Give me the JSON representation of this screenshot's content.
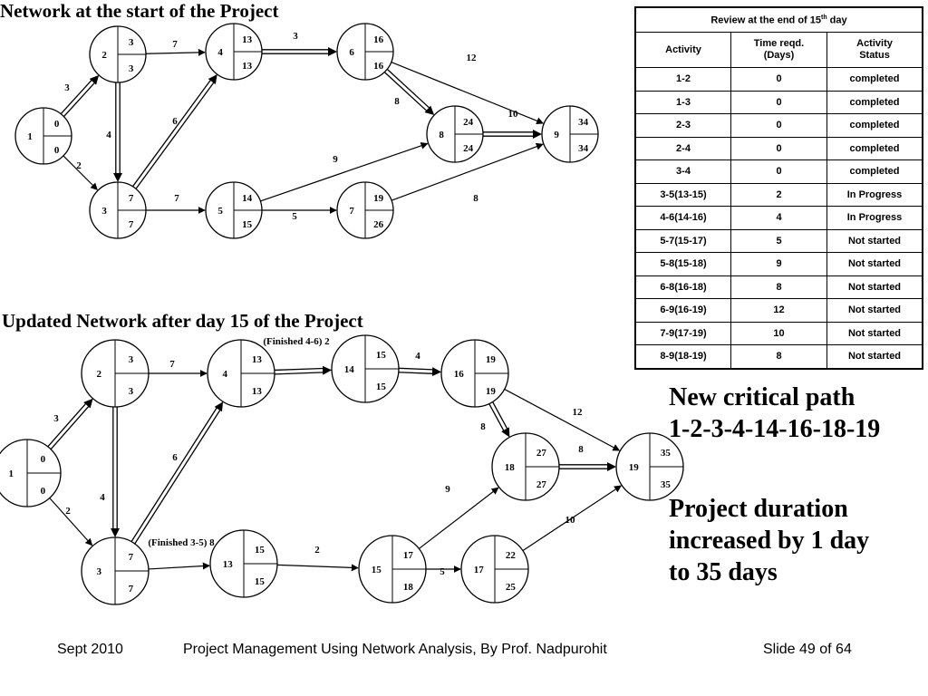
{
  "slide": {
    "title_top": "Network at the start of the Project",
    "title_bottom": "Updated Network after day 15 of the Project",
    "critical_path": {
      "line1": "New critical path",
      "line2": "1-2-3-4-14-16-18-19"
    },
    "duration": {
      "line1": "Project duration",
      "line2": "increased by 1 day",
      "line3": "to 35 days"
    },
    "footer": {
      "date": "Sept 2010",
      "course": "Project Management Using Network Analysis, By Prof. Nadpurohit",
      "slide": "Slide 49 of 64"
    }
  },
  "review_table": {
    "caption": "Review at the end of 15",
    "caption_sup": "th",
    "caption_end": " day",
    "headers": {
      "activity": "Activity",
      "time_line1": "Time reqd.",
      "time_line2": "(Days)",
      "status_line1": "Activity",
      "status_line2": "Status"
    },
    "rows": [
      {
        "activity": "1-2",
        "time": "0",
        "status": "completed"
      },
      {
        "activity": "1-3",
        "time": "0",
        "status": "completed"
      },
      {
        "activity": "2-3",
        "time": "0",
        "status": "completed"
      },
      {
        "activity": "2-4",
        "time": "0",
        "status": "completed"
      },
      {
        "activity": "3-4",
        "time": "0",
        "status": "completed"
      },
      {
        "activity": "3-5(13-15)",
        "time": "2",
        "status": "In Progress"
      },
      {
        "activity": "4-6(14-16)",
        "time": "4",
        "status": "In Progress"
      },
      {
        "activity": "5-7(15-17)",
        "time": "5",
        "status": "Not started"
      },
      {
        "activity": "5-8(15-18)",
        "time": "9",
        "status": "Not started"
      },
      {
        "activity": "6-8(16-18)",
        "time": "8",
        "status": "Not started"
      },
      {
        "activity": "6-9(16-19)",
        "time": "12",
        "status": "Not started"
      },
      {
        "activity": "7-9(17-19)",
        "time": "10",
        "status": "Not started"
      },
      {
        "activity": "8-9(18-19)",
        "time": "8",
        "status": "Not started"
      }
    ]
  },
  "networks": {
    "original": {
      "nodes": [
        {
          "id": "1",
          "es": "0",
          "lf": "0"
        },
        {
          "id": "2",
          "es": "3",
          "lf": "3"
        },
        {
          "id": "3",
          "es": "7",
          "lf": "7"
        },
        {
          "id": "4",
          "es": "13",
          "lf": "13"
        },
        {
          "id": "5",
          "es": "14",
          "lf": "15"
        },
        {
          "id": "6",
          "es": "16",
          "lf": "16"
        },
        {
          "id": "7",
          "es": "19",
          "lf": "26"
        },
        {
          "id": "8",
          "es": "24",
          "lf": "24"
        },
        {
          "id": "9",
          "es": "34",
          "lf": "34"
        }
      ],
      "edges": [
        {
          "from": "1",
          "to": "2",
          "duration": "3",
          "critical": true
        },
        {
          "from": "1",
          "to": "3",
          "duration": "2",
          "critical": false
        },
        {
          "from": "2",
          "to": "3",
          "duration": "4",
          "critical": true
        },
        {
          "from": "2",
          "to": "4",
          "duration": "7",
          "critical": false
        },
        {
          "from": "3",
          "to": "4",
          "duration": "6",
          "critical": true
        },
        {
          "from": "3",
          "to": "5",
          "duration": "7",
          "critical": false
        },
        {
          "from": "4",
          "to": "6",
          "duration": "3",
          "critical": true
        },
        {
          "from": "5",
          "to": "7",
          "duration": "5",
          "critical": false
        },
        {
          "from": "5",
          "to": "8",
          "duration": "9",
          "critical": false
        },
        {
          "from": "6",
          "to": "8",
          "duration": "8",
          "critical": true
        },
        {
          "from": "6",
          "to": "9",
          "duration": "12",
          "critical": false
        },
        {
          "from": "7",
          "to": "9",
          "duration": "8",
          "critical": false
        },
        {
          "from": "8",
          "to": "9",
          "duration": "10",
          "critical": true
        }
      ]
    },
    "updated": {
      "nodes": [
        {
          "id": "1",
          "es": "0",
          "lf": "0"
        },
        {
          "id": "2",
          "es": "3",
          "lf": "3"
        },
        {
          "id": "3",
          "es": "7",
          "lf": "7"
        },
        {
          "id": "4",
          "es": "13",
          "lf": "13"
        },
        {
          "id": "13",
          "es": "15",
          "lf": "15"
        },
        {
          "id": "14",
          "es": "15",
          "lf": "15"
        },
        {
          "id": "15",
          "es": "17",
          "lf": "18"
        },
        {
          "id": "16",
          "es": "19",
          "lf": "19"
        },
        {
          "id": "17",
          "es": "22",
          "lf": "25"
        },
        {
          "id": "18",
          "es": "27",
          "lf": "27"
        },
        {
          "id": "19",
          "es": "35",
          "lf": "35"
        }
      ],
      "edges": [
        {
          "from": "1",
          "to": "2",
          "duration": "3",
          "critical": true
        },
        {
          "from": "1",
          "to": "3",
          "duration": "2",
          "critical": false
        },
        {
          "from": "2",
          "to": "3",
          "duration": "4",
          "critical": true
        },
        {
          "from": "2",
          "to": "4",
          "duration": "7",
          "critical": false
        },
        {
          "from": "3",
          "to": "4",
          "duration": "6",
          "critical": true
        },
        {
          "from": "3",
          "to": "13",
          "duration": "(Finished 3-5) 8",
          "critical": false
        },
        {
          "from": "4",
          "to": "14",
          "duration": "(Finished 4-6) 2",
          "critical": true
        },
        {
          "from": "13",
          "to": "15",
          "duration": "2",
          "critical": false
        },
        {
          "from": "14",
          "to": "16",
          "duration": "4",
          "critical": true
        },
        {
          "from": "15",
          "to": "17",
          "duration": "5",
          "critical": false
        },
        {
          "from": "15",
          "to": "18",
          "duration": "9",
          "critical": false
        },
        {
          "from": "16",
          "to": "18",
          "duration": "8",
          "critical": true
        },
        {
          "from": "16",
          "to": "19",
          "duration": "12",
          "critical": false
        },
        {
          "from": "17",
          "to": "19",
          "duration": "10",
          "critical": false
        },
        {
          "from": "18",
          "to": "19",
          "duration": "8",
          "critical": true
        }
      ]
    }
  }
}
